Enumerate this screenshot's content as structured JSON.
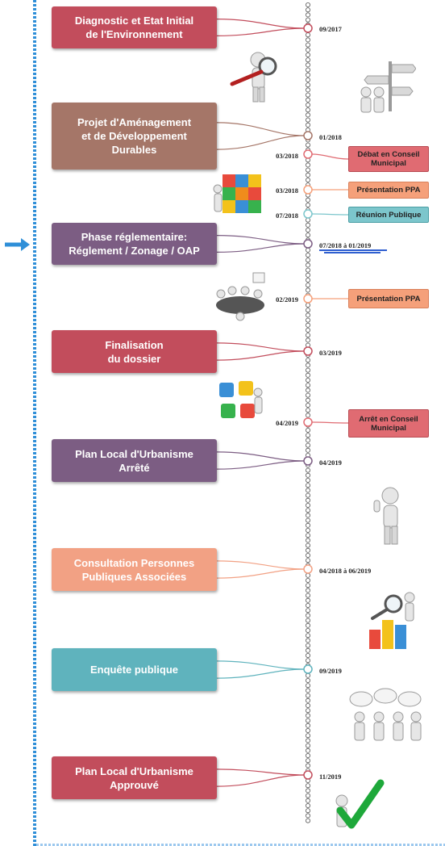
{
  "colors": {
    "red": "#c24d5c",
    "brown": "#a57668",
    "purple": "#7c5d83",
    "peach": "#f2a184",
    "teal": "#5fb3bd",
    "arrow": "#2f8fd8",
    "event_red": "#e06b72",
    "event_orange": "#f5a07a",
    "event_teal": "#7cc6cc"
  },
  "phases": [
    {
      "label": "Diagnostic et Etat Initial\nde l'Environnement",
      "color": "red",
      "date": "09/2017"
    },
    {
      "label": "Projet d'Aménagement\net de Développement\nDurables",
      "color": "brown",
      "date": "01/2018"
    },
    {
      "label": "Phase réglementaire:\nRéglement / Zonage / OAP",
      "color": "purple",
      "date": "07/2018 à 01/2019"
    },
    {
      "label": "Finalisation\ndu dossier",
      "color": "red",
      "date": "03/2019"
    },
    {
      "label": "Plan Local d'Urbanisme\nArrêté",
      "color": "purple",
      "date": "04/2019"
    },
    {
      "label": "Consultation Personnes\nPubliques Associées",
      "color": "peach",
      "date": "04/2018 à 06/2019"
    },
    {
      "label": "Enquête publique",
      "color": "teal",
      "date": "09/2019"
    },
    {
      "label": "Plan Local d'Urbanisme\nApprouvé",
      "color": "red",
      "date": "11/2019"
    }
  ],
  "events": [
    {
      "label": "Débat en Conseil\nMunicipal",
      "date": "03/2018",
      "color": "event_red"
    },
    {
      "label": "Présentation PPA",
      "date": "03/2018",
      "color": "event_orange"
    },
    {
      "label": "Réunion Publique",
      "date": "07/2018",
      "color": "event_teal"
    },
    {
      "label": "Présentation PPA",
      "date": "02/2019",
      "color": "event_orange"
    },
    {
      "label": "Arrêt en Conseil\nMunicipal",
      "date": "04/2019",
      "color": "event_red"
    }
  ],
  "illustrations": [
    "magnifier-figure-icon",
    "signpost-figures-icon",
    "puzzle-cube-icon",
    "meeting-table-icon",
    "puzzle-pieces-icon",
    "thumbs-up-figure-icon",
    "magnifier-chart-icon",
    "speech-bubbles-group-icon",
    "checkmark-figure-icon"
  ],
  "current_marker": "current-phase-arrow-icon"
}
